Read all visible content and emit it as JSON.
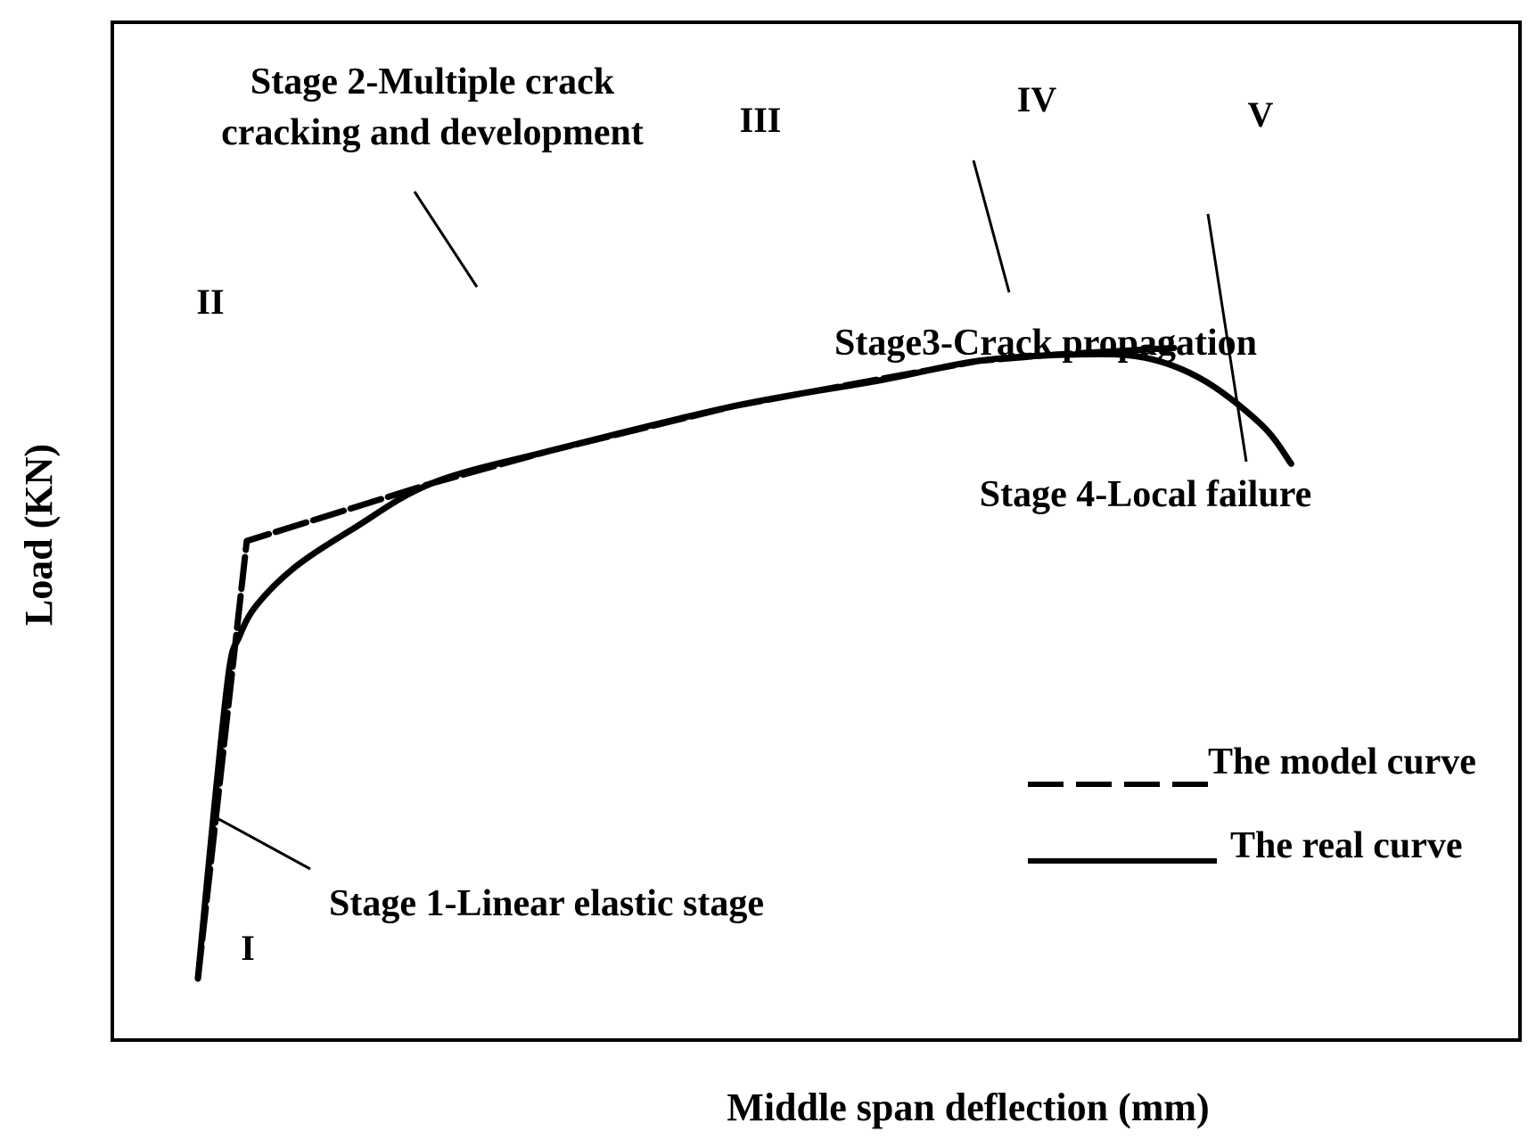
{
  "chart_data": {
    "type": "line",
    "title": "",
    "xlabel": "Middle span deflection (mm)",
    "ylabel": "Load (KN)",
    "grid": false,
    "legend_position": "bottom-right",
    "x_ticks": "none",
    "y_ticks": "none",
    "series": [
      {
        "name": "The model curve",
        "style": "dashed",
        "color": "#000000",
        "points": [
          [
            0.0,
            0.0
          ],
          [
            0.05,
            0.68
          ],
          [
            0.24,
            0.77
          ],
          [
            0.36,
            0.82
          ],
          [
            0.55,
            0.89
          ],
          [
            0.8,
            0.96
          ],
          [
            0.88,
            0.97
          ],
          [
            1.0,
            0.98
          ]
        ]
      },
      {
        "name": "The real curve",
        "style": "solid",
        "color": "#000000",
        "points": [
          [
            0.0,
            0.0
          ],
          [
            0.017,
            0.27
          ],
          [
            0.032,
            0.48
          ],
          [
            0.042,
            0.53
          ],
          [
            0.06,
            0.58
          ],
          [
            0.1,
            0.64
          ],
          [
            0.16,
            0.7
          ],
          [
            0.24,
            0.77
          ],
          [
            0.36,
            0.82
          ],
          [
            0.55,
            0.89
          ],
          [
            0.7,
            0.93
          ],
          [
            0.8,
            0.96
          ],
          [
            0.9,
            0.97
          ],
          [
            0.97,
            0.965
          ],
          [
            1.03,
            0.93
          ],
          [
            1.09,
            0.86
          ],
          [
            1.12,
            0.8
          ]
        ]
      }
    ],
    "stage_numerals": [
      "I",
      "II",
      "III",
      "IV",
      "V"
    ],
    "annotations": {
      "stage1": "Stage 1-Linear elastic stage",
      "stage2_line1": "Stage 2-Multiple crack",
      "stage2_line2": "cracking and development",
      "stage3": "Stage3-Crack propagation",
      "stage4": "Stage 4-Local failure"
    },
    "legend": {
      "model": "The model curve",
      "real": "The real curve"
    }
  }
}
